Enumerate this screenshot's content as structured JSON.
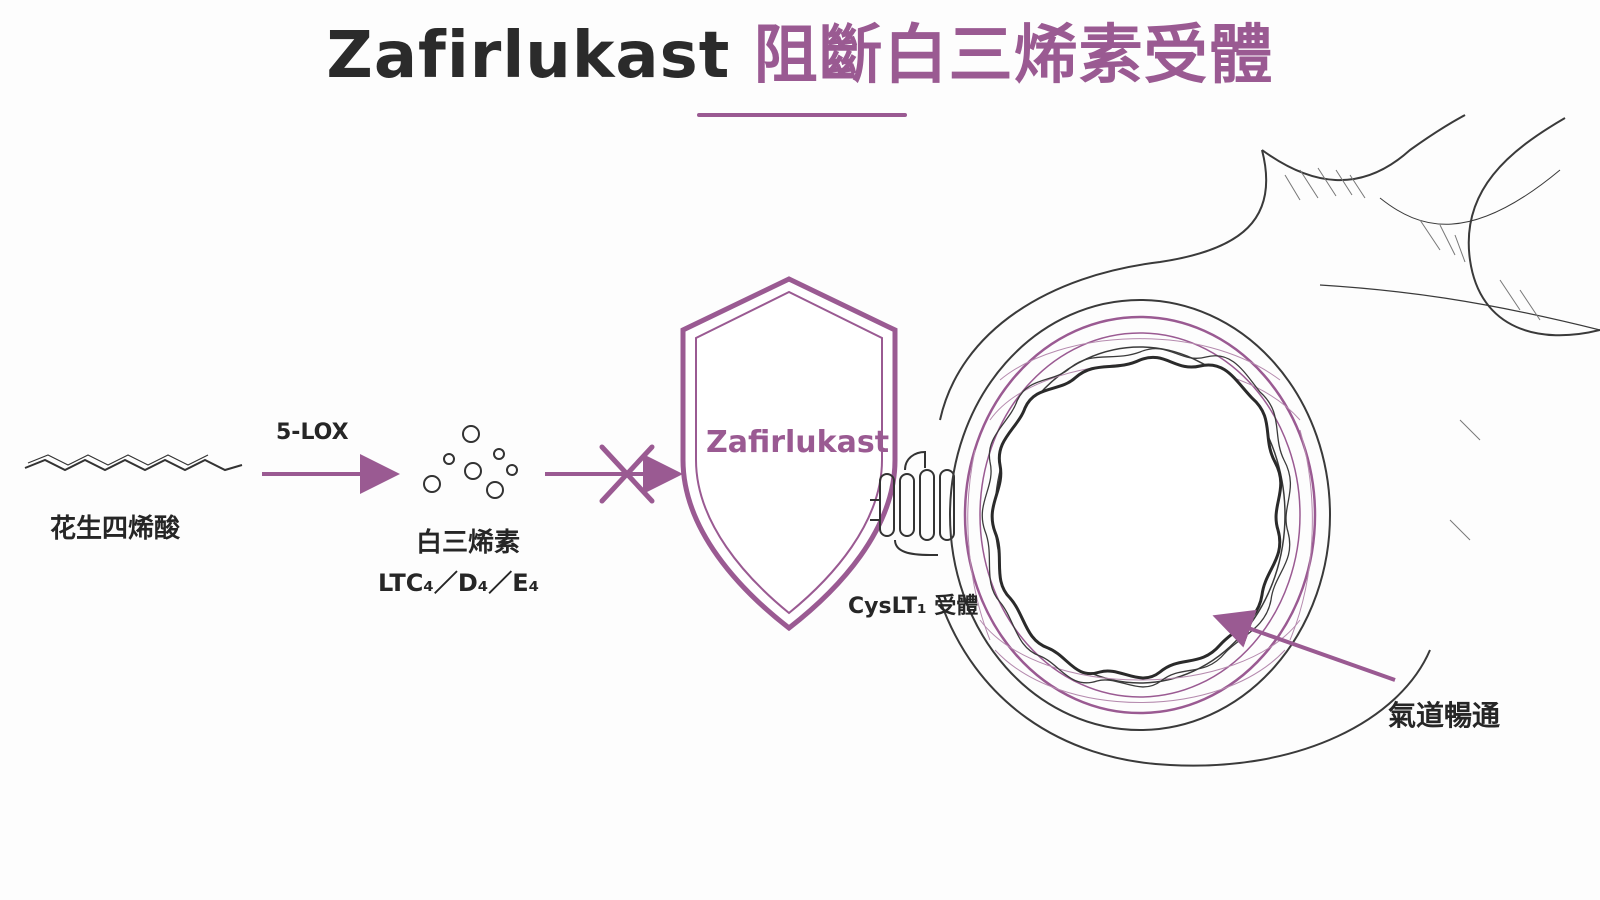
{
  "title": {
    "en": "Zafirlukast",
    "zh": "阻斷白三烯素受體"
  },
  "colors": {
    "accent": "#9a5a92",
    "ink": "#262626",
    "line": "#3a3a3a"
  },
  "pathway": {
    "source_label": "花生四烯酸",
    "enzyme_label": "5-LOX",
    "product_label": "白三烯素",
    "product_types": "LTC₄／D₄／E₄",
    "blocked_icon": "x-mark-icon"
  },
  "drug": {
    "shield_label": "Zafirlukast",
    "icon": "shield-icon"
  },
  "receptor": {
    "label": "CysLT₁ 受體",
    "icon": "receptor-coil-icon"
  },
  "airway": {
    "label": "氣道暢通",
    "icon": "airway-tube-icon"
  }
}
